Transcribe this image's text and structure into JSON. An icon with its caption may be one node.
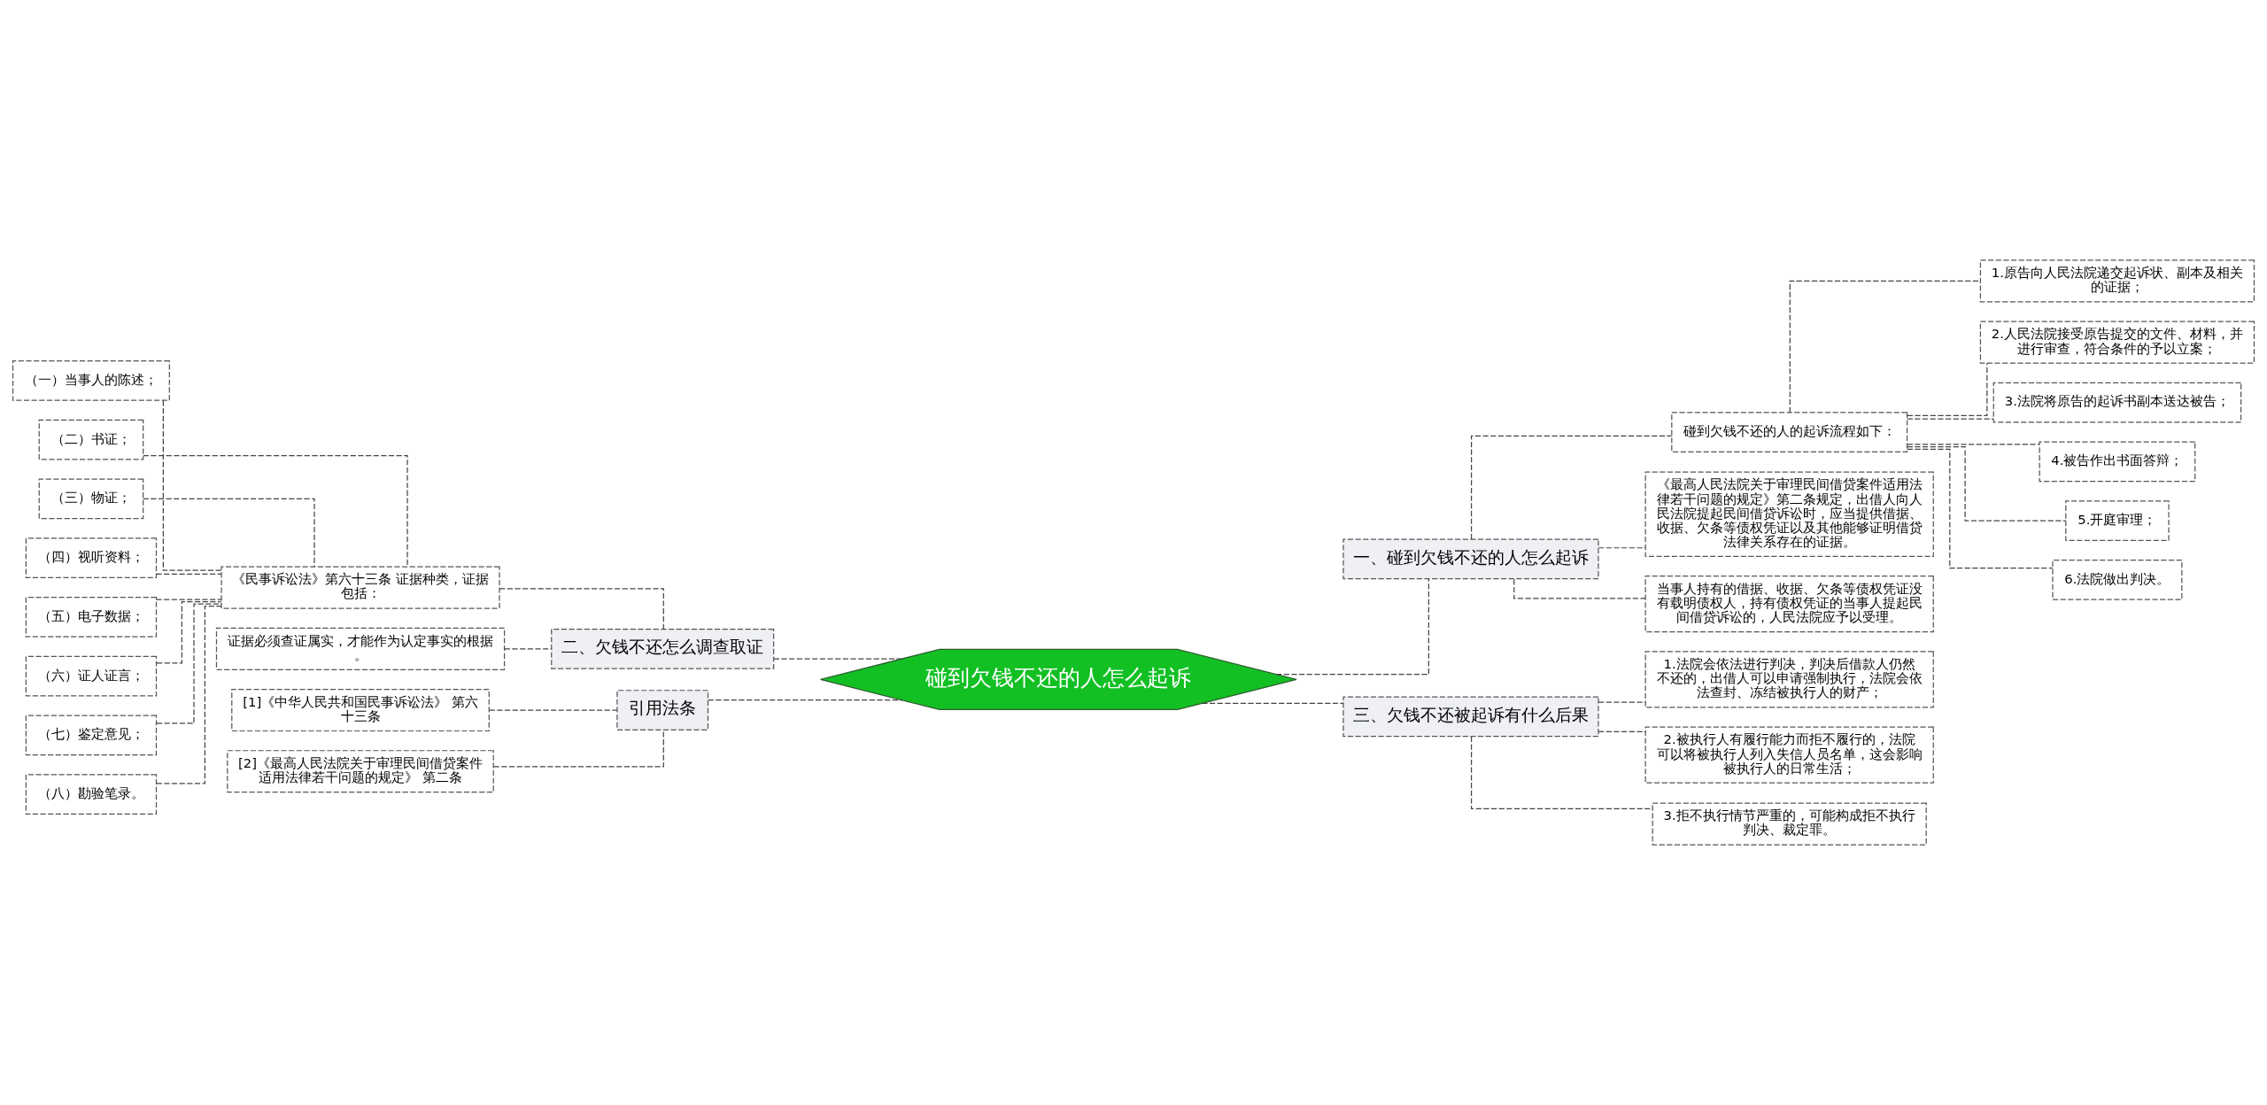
{
  "diagram": {
    "nodes": [
      {
        "text": [
          "碰到欠钱不还的人怎么起诉"
        ]
      },
      {
        "text": [
          "一、碰到欠钱不还的人怎么起诉"
        ]
      },
      {
        "text": [
          "碰到欠钱不还的人的起诉流程如下："
        ]
      },
      {
        "text": [
          "1.原告向人民法院递交起诉状、副本及相关的证据；"
        ]
      },
      {
        "text": [
          "2.人民法院接受原告提交的文件、材料，并进行审查，符合条件的予以立案；"
        ]
      },
      {
        "text": [
          "3.法院将原告的起诉书副本送达被告；"
        ]
      },
      {
        "text": [
          "4.被告作出书面答辩；"
        ]
      },
      {
        "text": [
          "5.开庭审理；"
        ]
      },
      {
        "text": [
          "6.法院做出判决。"
        ]
      },
      {
        "text": [
          "《最高人民法院关于审理民间借贷案件适用法律若干问题的规定》第二条规定，出借人向人民法院提起民间借贷诉讼时，应当提供借据、收据、欠条等债权凭证以及其他能够证明借贷法律关系存在的证据。"
        ]
      },
      {
        "text": [
          "当事人持有的借据、收据、欠条等债权凭证没有载明债权人，持有债权凭证的当事人提起民间借贷诉讼的，人民法院应予以受理。"
        ]
      },
      {
        "text": [
          "三、欠钱不还被起诉有什么后果"
        ]
      },
      {
        "text": [
          "1.法院会依法进行判决，判决后借款人仍然不还的，出借人可以申请强制执行，法院会依法查封、冻结被执行人的财产；"
        ]
      },
      {
        "text": [
          "2.被执行人有履行能力而拒不履行的，法院可以将被执行人列入失信人员名单，这会影响被执行人的日常生活；"
        ]
      },
      {
        "text": [
          "3.拒不执行情节严重的，可能构成拒不执行判决、裁定罪。"
        ]
      },
      {
        "text": [
          "二、欠钱不还怎么调查取证"
        ]
      },
      {
        "text": [
          "《民事诉讼法》第六十三条 证据种类，证据包括："
        ]
      },
      {
        "text": [
          "（一）当事人的陈述；"
        ]
      },
      {
        "text": [
          "（二）书证；"
        ]
      },
      {
        "text": [
          "（三）物证；"
        ]
      },
      {
        "text": [
          "（四）视听资料；"
        ]
      },
      {
        "text": [
          "（五）电子数据；"
        ]
      },
      {
        "text": [
          "（六）证人证言；"
        ]
      },
      {
        "text": [
          "（七）鉴定意见；"
        ]
      },
      {
        "text": [
          "（八）勘验笔录。"
        ]
      },
      {
        "text": [
          "证据必须查证属实，才能作为认定事实的根据。"
        ]
      },
      {
        "text": [
          "引用法条"
        ]
      },
      {
        "text": [
          "[1]《中华人民共和国民事诉讼法》 第六十三条"
        ]
      },
      {
        "text": [
          "[2]《最高人民法院关于审理民间借贷案件适用法律若干问题的规定》 第二条"
        ]
      }
    ],
    "edges": [
      {
        "from": 0,
        "to": 1,
        "arrow": "none",
        "style": "dashed"
      },
      {
        "from": 1,
        "to": 2,
        "arrow": "none",
        "style": "dashed"
      },
      {
        "from": 2,
        "to": 3,
        "arrow": "none",
        "style": "dashed"
      },
      {
        "from": 2,
        "to": 4,
        "arrow": "none",
        "style": "dashed"
      },
      {
        "from": 2,
        "to": 5,
        "arrow": "none",
        "style": "dashed"
      },
      {
        "from": 2,
        "to": 6,
        "arrow": "none",
        "style": "dashed"
      },
      {
        "from": 2,
        "to": 7,
        "arrow": "none",
        "style": "dashed"
      },
      {
        "from": 2,
        "to": 8,
        "arrow": "none",
        "style": "dashed"
      },
      {
        "from": 1,
        "to": 9,
        "arrow": "none",
        "style": "dashed"
      },
      {
        "from": 1,
        "to": 10,
        "arrow": "none",
        "style": "dashed"
      },
      {
        "from": 0,
        "to": 11,
        "arrow": "none",
        "style": "dashed"
      },
      {
        "from": 11,
        "to": 12,
        "arrow": "none",
        "style": "dashed"
      },
      {
        "from": 11,
        "to": 13,
        "arrow": "none",
        "style": "dashed"
      },
      {
        "from": 11,
        "to": 14,
        "arrow": "none",
        "style": "dashed"
      },
      {
        "from": 0,
        "to": 15,
        "arrow": "none",
        "style": "dashed"
      },
      {
        "from": 15,
        "to": 16,
        "arrow": "none",
        "style": "dashed"
      },
      {
        "from": 16,
        "to": 17,
        "arrow": "none",
        "style": "dashed"
      },
      {
        "from": 16,
        "to": 18,
        "arrow": "none",
        "style": "dashed"
      },
      {
        "from": 16,
        "to": 19,
        "arrow": "none",
        "style": "dashed"
      },
      {
        "from": 16,
        "to": 20,
        "arrow": "none",
        "style": "dashed"
      },
      {
        "from": 16,
        "to": 21,
        "arrow": "none",
        "style": "dashed"
      },
      {
        "from": 16,
        "to": 22,
        "arrow": "none",
        "style": "dashed"
      },
      {
        "from": 16,
        "to": 23,
        "arrow": "none",
        "style": "dashed"
      },
      {
        "from": 16,
        "to": 24,
        "arrow": "none",
        "style": "dashed"
      },
      {
        "from": 15,
        "to": 25,
        "arrow": "none",
        "style": "dashed"
      },
      {
        "from": 0,
        "to": 26,
        "arrow": "none",
        "style": "dashed"
      },
      {
        "from": 26,
        "to": 27,
        "arrow": "none",
        "style": "dashed"
      },
      {
        "from": 26,
        "to": 28,
        "arrow": "none",
        "style": "dashed"
      }
    ]
  }
}
